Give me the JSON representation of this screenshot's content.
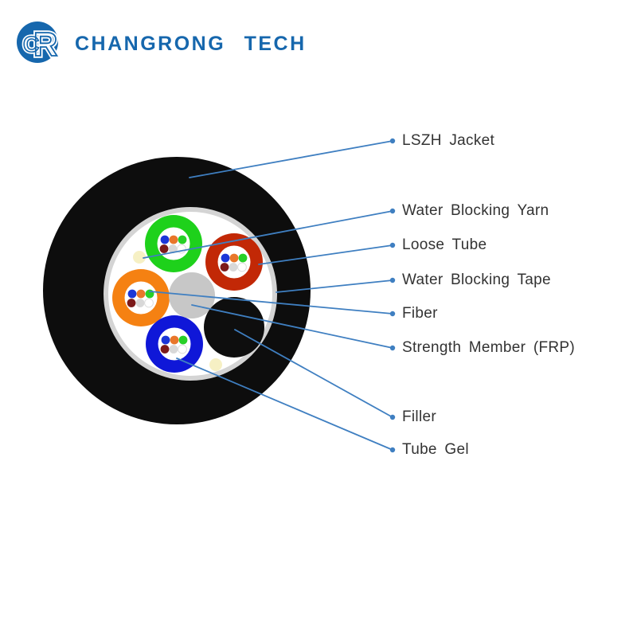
{
  "brand": {
    "name": "CHANGRONG TECH",
    "monogram_letters": [
      "C",
      "R"
    ],
    "logo_color": "#1667ad"
  },
  "diagram": {
    "subject": "Fiber optic cable cross-section with eight labeled parts",
    "labels": [
      {
        "id": "lszh-jacket",
        "text": "LSZH Jacket"
      },
      {
        "id": "water-blocking-yarn",
        "text": "Water Blocking Yarn"
      },
      {
        "id": "loose-tube",
        "text": "Loose Tube"
      },
      {
        "id": "water-blocking-tape",
        "text": "Water Blocking Tape"
      },
      {
        "id": "fiber",
        "text": "Fiber"
      },
      {
        "id": "strength-member-frp",
        "text": "Strength Member (FRP)"
      },
      {
        "id": "filler",
        "text": "Filler"
      },
      {
        "id": "tube-gel",
        "text": "Tube Gel"
      }
    ],
    "tubes": [
      "green",
      "red",
      "orange",
      "blue"
    ],
    "fibers_per_tube": [
      "blue",
      "orange",
      "green",
      "dark-red",
      "gray",
      "white"
    ],
    "palette": {
      "jacket": "#0d0d0d",
      "water_blocking_tape": "#d4d4d4",
      "interior": "#ffffff",
      "strength_member": "#c7c7c7",
      "filler": "#0e0e0e",
      "yarn_dot": "#f6f0c4",
      "tube_green": "#1ed11b",
      "tube_red": "#c22806",
      "tube_orange": "#f58112",
      "tube_blue": "#0f17d8",
      "tube_inner": "#ffffff",
      "fiber_blue": "#1b36d8",
      "fiber_orange": "#e8762a",
      "fiber_green": "#27d027",
      "fiber_dark_red": "#7c1a1a",
      "fiber_gray": "#d8d8d8",
      "fiber_white": "#ffffff",
      "leader_line": "#3f7fc1",
      "label_text": "#333333"
    }
  }
}
